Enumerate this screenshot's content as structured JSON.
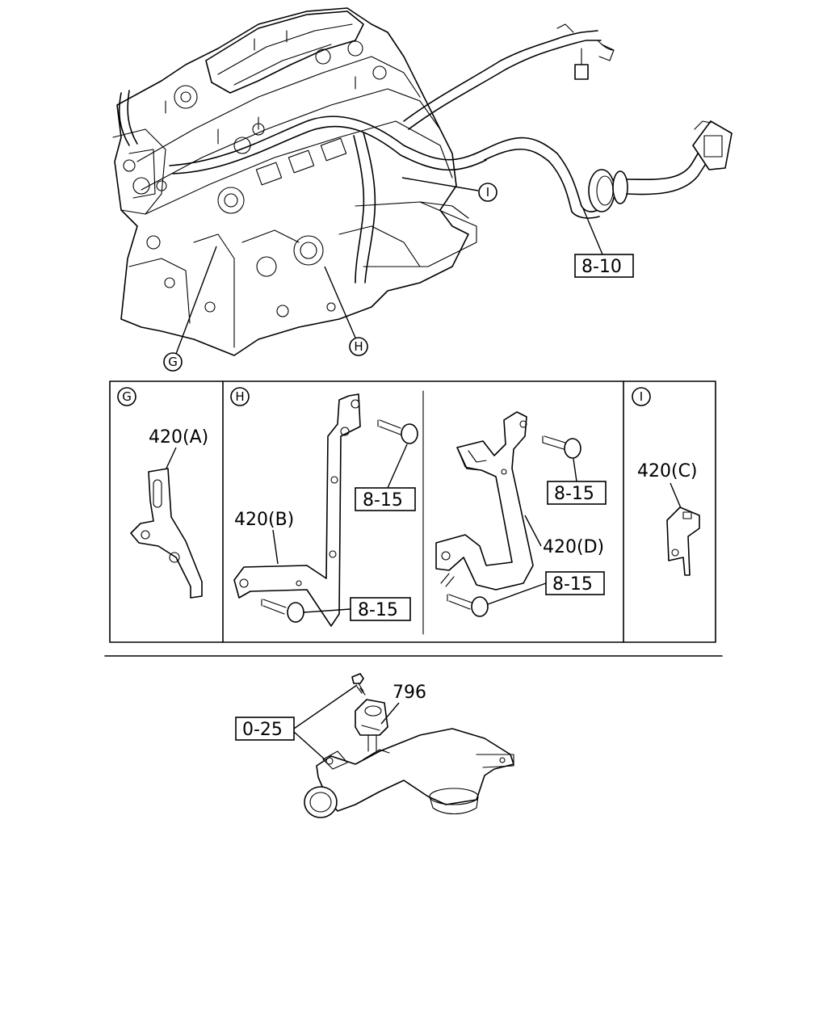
{
  "callouts": {
    "harness": "8-10",
    "circle_g": "G",
    "circle_h": "H",
    "circle_i": "I"
  },
  "panels": {
    "g": {
      "tag": "G",
      "part": "420(A)"
    },
    "h": {
      "tag": "H",
      "part_b": "420(B)",
      "part_d": "420(D)",
      "bolt_1": "8-15",
      "bolt_2": "8-15",
      "bolt_3": "8-15",
      "bolt_4": "8-15"
    },
    "i": {
      "tag": "I",
      "part": "420(C)"
    }
  },
  "lower": {
    "sensor": "796",
    "screw_ref": "0-25"
  }
}
